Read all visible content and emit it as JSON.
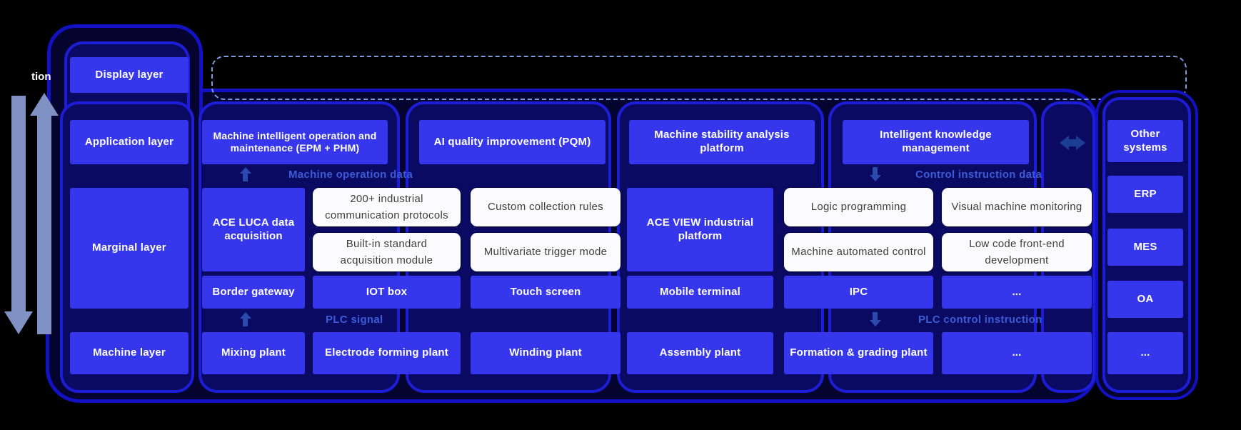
{
  "edge_label_fragment": "tion",
  "layer_column": {
    "display": "Display layer",
    "application": "Application layer",
    "marginal": "Marginal layer",
    "machine": "Machine layer"
  },
  "application_row": [
    "Machine intelligent operation and maintenance (EPM + PHM)",
    "AI quality improvement (PQM)",
    "Machine stability analysis platform",
    "Intelligent knowledge management"
  ],
  "flow_labels": {
    "machine_operation_data": "Machine operation data",
    "control_instruction_data": "Control instruction data",
    "plc_signal": "PLC signal",
    "plc_control_instruction": "PLC control instruction"
  },
  "marginal_row": {
    "ace_luca": "ACE LUCA data acquisition",
    "luca_features": [
      "200+ industrial communication protocols",
      "Custom collection rules",
      "Built-in standard acquisition module",
      "Multivariate trigger mode"
    ],
    "ace_view": "ACE VIEW industrial platform",
    "view_features": [
      "Logic programming",
      "Visual machine monitoring",
      "Machine automated control",
      "Low code front-end development"
    ]
  },
  "device_row": [
    "Border gateway",
    "IOT box",
    "Touch screen",
    "Mobile terminal",
    "IPC",
    "..."
  ],
  "machine_row": [
    "Mixing plant",
    "Electrode forming plant",
    "Winding plant",
    "Assembly plant",
    "Formation & grading plant",
    "...",
    "..."
  ],
  "other_systems": {
    "title": "Other systems",
    "items": [
      "ERP",
      "MES",
      "OA",
      "..."
    ]
  },
  "colors": {
    "background": "#000000",
    "box_blue": "#3636ec",
    "container_fill_dark": "#04042e",
    "container_fill_mid": "#0a0a63",
    "container_border": "#1d1dd8",
    "outer_border": "#1212c4",
    "white_box": "#fbfbfd",
    "flow_label_blue": "#3b5cd8",
    "flow_arrow_blue": "#2a4aad",
    "side_arrow_periwinkle": "#8091c4",
    "dashed_line": "#7d9be0",
    "double_arrow": "#1c3e92"
  }
}
